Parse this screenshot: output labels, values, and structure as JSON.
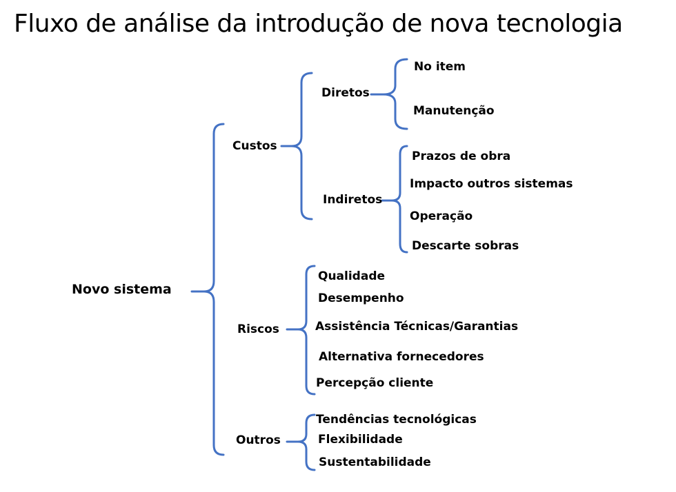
{
  "title": "Fluxo de análise da introdução de nova tecnologia",
  "root": "Novo sistema",
  "categories": {
    "custos": "Custos",
    "riscos": "Riscos",
    "outros": "Outros"
  },
  "custos": {
    "diretos": "Diretos",
    "indiretos": "Indiretos",
    "diretos_items": [
      "No item",
      "Manutenção"
    ],
    "indiretos_items": [
      "Prazos de obra",
      "Impacto outros sistemas",
      "Operação",
      "Descarte sobras"
    ]
  },
  "riscos_items": [
    "Qualidade",
    "Desempenho",
    "Assistência Técnicas/Garantias",
    "Alternativa fornecedores",
    "Percepção cliente"
  ],
  "outros_items": [
    "Tendências tecnológicas",
    "Flexibilidade",
    "Sustentabilidade"
  ],
  "colors": {
    "brace": "#4472C4"
  }
}
